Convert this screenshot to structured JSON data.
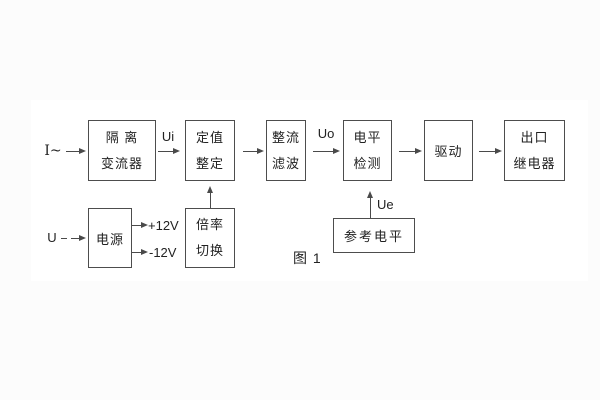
{
  "figure": {
    "caption": "图 1",
    "background_color": "#fcfcfc",
    "panel_color": "#ffffff",
    "line_color": "#4a4a4a"
  },
  "inputs": {
    "current": "I~",
    "voltage": "U"
  },
  "signals": {
    "ui": "Ui",
    "uo": "Uo",
    "ue": "Ue",
    "plus12v": "+12V",
    "minus12v": "-12V"
  },
  "blocks": {
    "isolation_transformer": {
      "lines": [
        "隔 离",
        "变流器"
      ]
    },
    "setpoint_setting": {
      "lines": [
        "定值",
        "整定"
      ]
    },
    "rectifier_filter": {
      "lines": [
        "整流",
        "滤波"
      ]
    },
    "level_detection": {
      "lines": [
        "电平",
        "检测"
      ]
    },
    "drive": {
      "lines": [
        "驱动"
      ]
    },
    "output_relay": {
      "lines": [
        "出口",
        "继电器"
      ]
    },
    "power_supply": {
      "lines": [
        "电源"
      ]
    },
    "ratio_switching": {
      "lines": [
        "倍率",
        "切换"
      ]
    },
    "reference_level": {
      "lines": [
        "参考电平"
      ]
    }
  }
}
